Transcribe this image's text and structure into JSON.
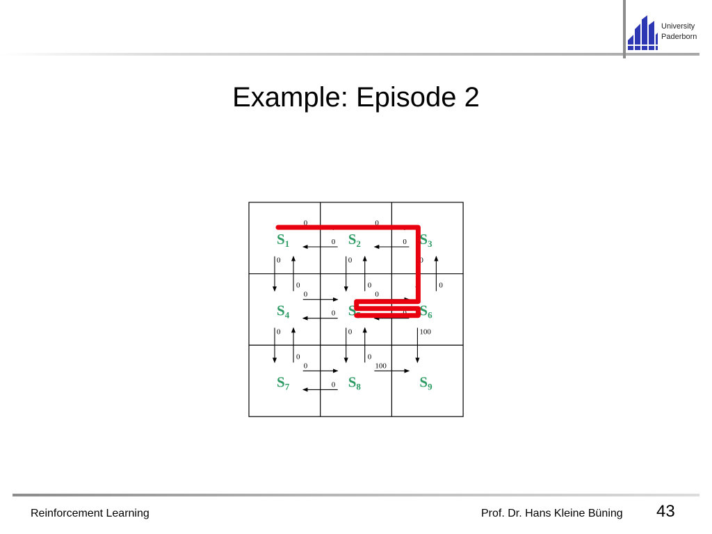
{
  "header": {
    "university_line1": "University",
    "university_line2": "Paderborn",
    "logo_icon": "university-paderborn-logo",
    "logo_color": "#2d36b3"
  },
  "slide": {
    "title": "Example: Episode 2"
  },
  "grid": {
    "rows": 3,
    "cols": 3,
    "state_color": "#2d9b63",
    "path_color": "#e8000f",
    "states": [
      {
        "letter": "S",
        "sub": "1"
      },
      {
        "letter": "S",
        "sub": "2"
      },
      {
        "letter": "S",
        "sub": "3"
      },
      {
        "letter": "S",
        "sub": "4"
      },
      {
        "letter": "S",
        "sub": "5"
      },
      {
        "letter": "S",
        "sub": "6"
      },
      {
        "letter": "S",
        "sub": "7"
      },
      {
        "letter": "S",
        "sub": "8"
      },
      {
        "letter": "S",
        "sub": "9"
      }
    ],
    "transitions": [
      {
        "from": 1,
        "to": 2,
        "reward": "0"
      },
      {
        "from": 2,
        "to": 1,
        "reward": "0"
      },
      {
        "from": 2,
        "to": 3,
        "reward": "0"
      },
      {
        "from": 3,
        "to": 2,
        "reward": "0"
      },
      {
        "from": 4,
        "to": 5,
        "reward": "0"
      },
      {
        "from": 5,
        "to": 4,
        "reward": "0"
      },
      {
        "from": 5,
        "to": 6,
        "reward": "0"
      },
      {
        "from": 6,
        "to": 5,
        "reward": "0"
      },
      {
        "from": 7,
        "to": 8,
        "reward": "0"
      },
      {
        "from": 8,
        "to": 7,
        "reward": "0"
      },
      {
        "from": 8,
        "to": 9,
        "reward": "100"
      },
      {
        "from": 1,
        "to": 4,
        "reward": "0"
      },
      {
        "from": 4,
        "to": 1,
        "reward": "0"
      },
      {
        "from": 2,
        "to": 5,
        "reward": "0"
      },
      {
        "from": 5,
        "to": 2,
        "reward": "0"
      },
      {
        "from": 3,
        "to": 6,
        "reward": "0"
      },
      {
        "from": 6,
        "to": 3,
        "reward": "0"
      },
      {
        "from": 4,
        "to": 7,
        "reward": "0"
      },
      {
        "from": 7,
        "to": 4,
        "reward": "0"
      },
      {
        "from": 5,
        "to": 8,
        "reward": "0"
      },
      {
        "from": 8,
        "to": 5,
        "reward": "0"
      },
      {
        "from": 6,
        "to": 9,
        "reward": "100"
      }
    ],
    "episode_path": [
      1,
      2,
      3,
      6,
      5,
      6,
      5
    ]
  },
  "footer": {
    "course": "Reinforcement Learning",
    "author": "Prof. Dr. Hans Kleine Büning",
    "page_number": "43"
  }
}
